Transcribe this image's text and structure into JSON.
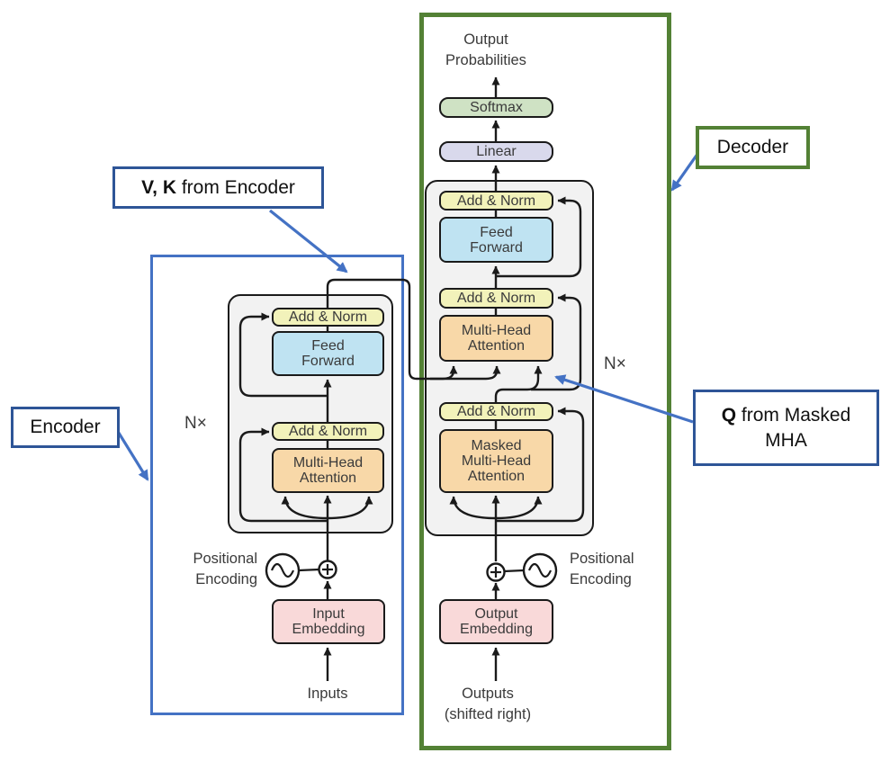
{
  "colors": {
    "line": "#1a1a1a",
    "module_fill": "#f2f2f2",
    "softmax": "#cfe2c4",
    "linear": "#d9d9ec",
    "add_norm": "#f2f2ba",
    "feed_forward": "#bfe3f2",
    "attention": "#f8d8a8",
    "embedding": "#f9d9d9",
    "annotation_blue": "#2e5597",
    "annotation_green": "#538135",
    "arrow_blue": "#4472c4"
  },
  "labels": {
    "output_probabilities": "Output\nProbabilities",
    "softmax": "Softmax",
    "linear": "Linear",
    "add_norm": "Add & Norm",
    "feed_forward": "Feed\nForward",
    "multi_head_attention": "Multi-Head\nAttention",
    "masked_multi_head_attention": "Masked\nMulti-Head\nAttention",
    "input_embedding": "Input\nEmbedding",
    "output_embedding": "Output\nEmbedding",
    "inputs": "Inputs",
    "outputs_shifted": "Outputs\n(shifted right)",
    "positional_encoding": "Positional\nEncoding",
    "n_times": "N×"
  },
  "annotations": {
    "vk": {
      "bold": "V, K",
      "rest": " from Encoder"
    },
    "encoder": "Encoder",
    "decoder": "Decoder",
    "q": {
      "bold": "Q",
      "rest": " from Masked",
      "line2": "MHA"
    }
  }
}
